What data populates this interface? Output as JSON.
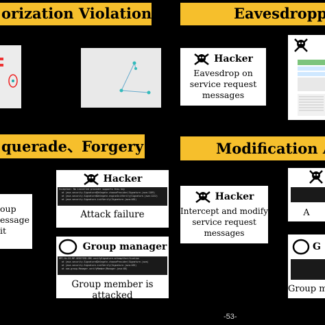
{
  "slide": {
    "page_number": "-53-"
  },
  "panels": {
    "authorization": {
      "title": "orization Violation"
    },
    "eavesdropping": {
      "title": "Eavesdropping",
      "card": {
        "header": "Hacker",
        "lines": [
          "Eavesdrop on",
          "service request",
          "messages"
        ]
      }
    },
    "masquerade": {
      "title": "querade、Forgery",
      "left_card_lines": [
        "oup",
        "essage",
        "it"
      ],
      "hacker_card": {
        "header": "Hacker",
        "log_line": "Exception: No installed provider supports this key",
        "text": "Attack failure"
      },
      "group_card": {
        "header": "Group manager",
        "text": "Group member is attacked"
      }
    },
    "modification": {
      "title": "Modification At",
      "card": {
        "header": "Hacker",
        "lines": [
          "Intercept and modify",
          "service request",
          "messages"
        ]
      },
      "right_top_text": "A",
      "right_bottom_header": "G",
      "right_bottom_text": "Group m"
    }
  }
}
